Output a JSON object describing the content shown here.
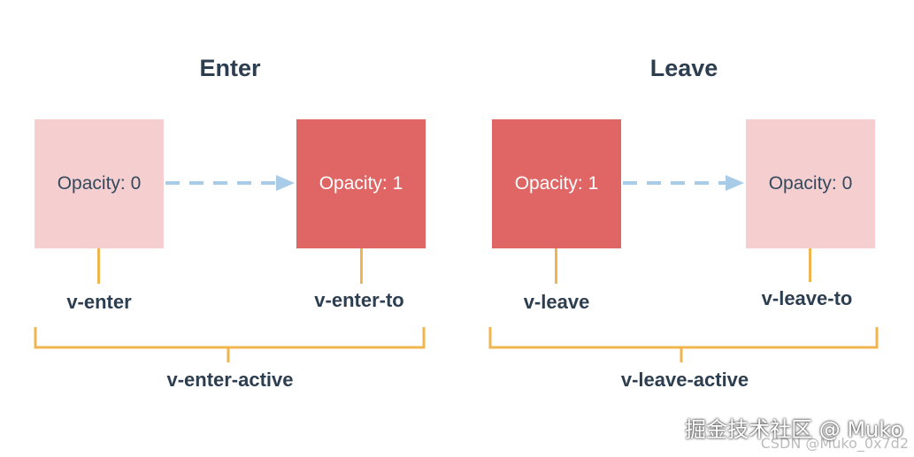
{
  "enter": {
    "title": "Enter",
    "from_box": "Opacity: 0",
    "to_box": "Opacity: 1",
    "from_label": "v-enter",
    "to_label": "v-enter-to",
    "active_label": "v-enter-active"
  },
  "leave": {
    "title": "Leave",
    "from_box": "Opacity: 1",
    "to_box": "Opacity: 0",
    "from_label": "v-leave",
    "to_label": "v-leave-to",
    "active_label": "v-leave-active"
  },
  "colors": {
    "light_box": "#f5cfd0",
    "dark_box": "#e06666",
    "arrow": "#a8cbe8",
    "bracket": "#f0b54e",
    "text": "#2c3e50"
  },
  "watermark": {
    "main": "掘金技术社区 @ Muko",
    "sub": "CSDN @Muko_0x7d2"
  }
}
